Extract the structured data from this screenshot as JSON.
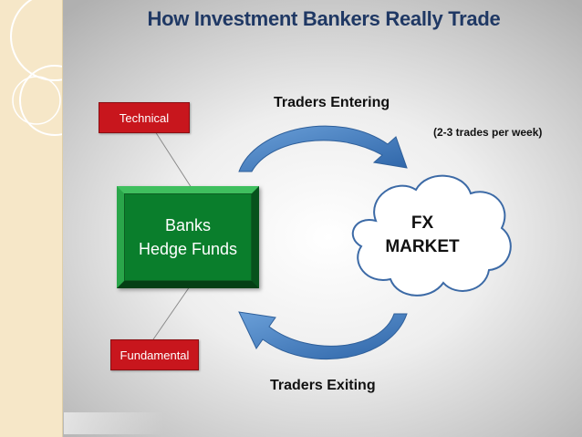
{
  "title": "How Investment Bankers Really Trade",
  "boxes": {
    "technical": "Technical",
    "fundamental": "Fundamental",
    "banks_line1": "Banks",
    "banks_line2": "Hedge Funds"
  },
  "labels": {
    "traders_entering": "Traders Entering",
    "traders_exiting": "Traders Exiting",
    "trades_per_week": "(2-3 trades per week)"
  },
  "cloud": {
    "line1": "FX",
    "line2": "MARKET"
  },
  "colors": {
    "title": "#1f3864",
    "red_box": "#c8161d",
    "green_box": "#0a7e2c",
    "arrow": "#4a83c4",
    "cloud_stroke": "#3c6aa6",
    "left_strip": "#f6e7c8"
  }
}
